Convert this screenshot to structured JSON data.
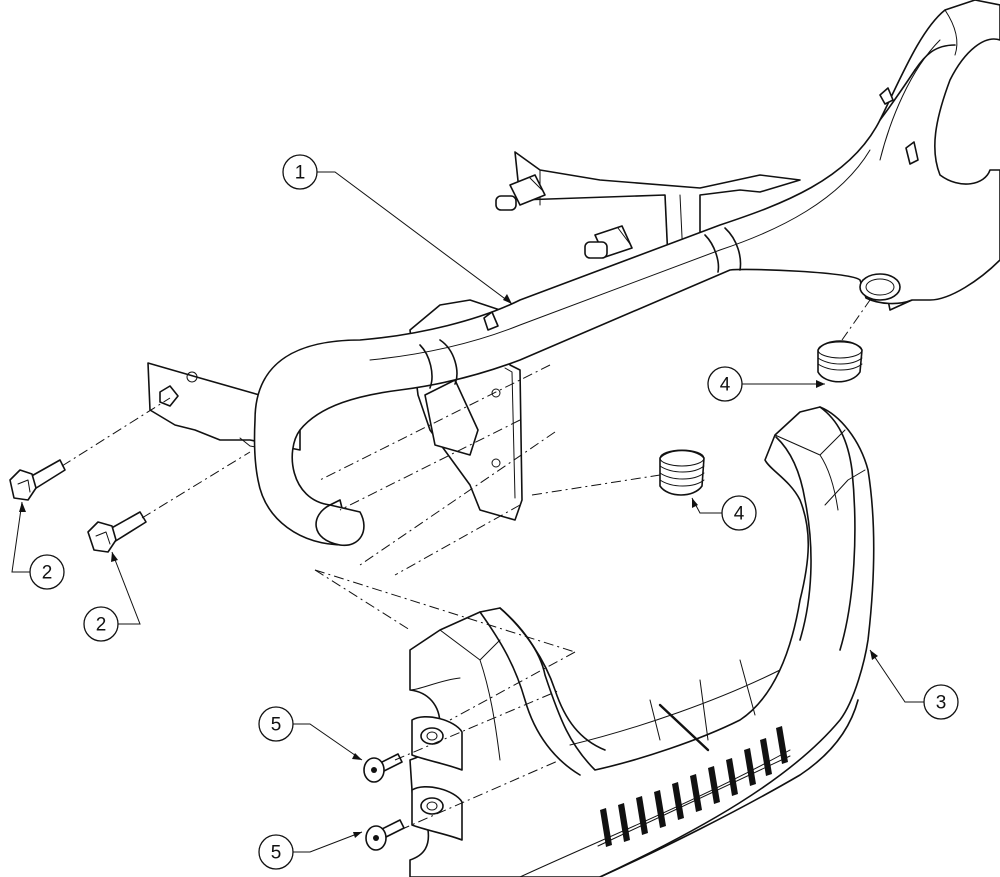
{
  "callouts": [
    {
      "id": "c1",
      "label": "1"
    },
    {
      "id": "c2a",
      "label": "2"
    },
    {
      "id": "c2b",
      "label": "2"
    },
    {
      "id": "c3",
      "label": "3"
    },
    {
      "id": "c4a",
      "label": "4"
    },
    {
      "id": "c4b",
      "label": "4"
    },
    {
      "id": "c5a",
      "label": "5"
    },
    {
      "id": "c5b",
      "label": "5"
    }
  ]
}
